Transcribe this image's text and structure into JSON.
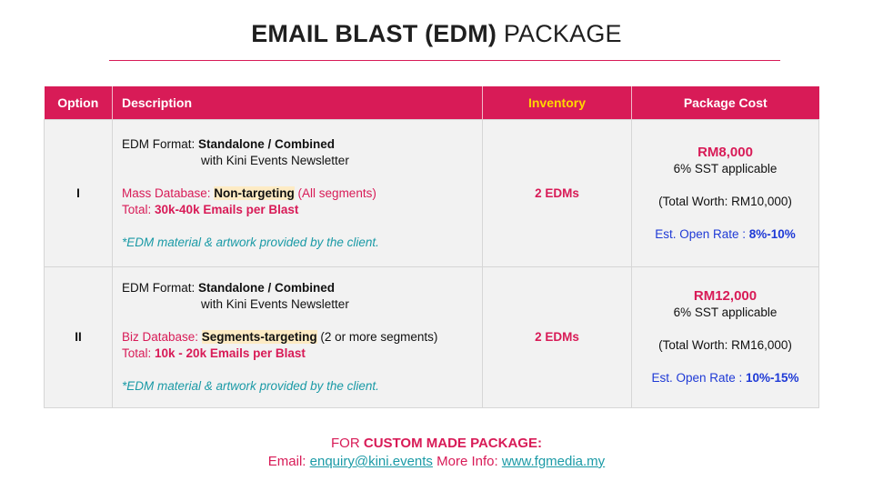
{
  "title": {
    "bold": "EMAIL BLAST (EDM)",
    "light": "PACKAGE"
  },
  "table": {
    "headers": {
      "option": "Option",
      "description": "Description",
      "inventory": "Inventory",
      "cost": "Package Cost"
    },
    "rows": [
      {
        "option": "I",
        "format_label": "EDM Format: ",
        "format_value": "Standalone / Combined",
        "format_line2": "with Kini Events Newsletter",
        "db_label": "Mass Database: ",
        "db_value": "Non-targeting",
        "db_note": " (All segments)",
        "total_label": "Total: ",
        "total_value": "30k-40k Emails per Blast",
        "material": "*EDM material & artwork provided by the client.",
        "inventory": "2 EDMs",
        "price": "RM8,000",
        "sst": "6% SST applicable",
        "worth": "(Total Worth: RM10,000)",
        "open_label": "Est. Open Rate : ",
        "open_value": "8%-10%"
      },
      {
        "option": "II",
        "format_label": "EDM Format: ",
        "format_value": "Standalone / Combined",
        "format_line2": "with Kini Events Newsletter",
        "db_label": "Biz Database: ",
        "db_value": "Segments-targeting",
        "db_note": " (2 or more segments)",
        "total_label": "Total: ",
        "total_value": "10k - 20k Emails per Blast",
        "material": "*EDM material & artwork provided by the client.",
        "inventory": "2 EDMs",
        "price": "RM12,000",
        "sst": "6% SST applicable",
        "worth": "(Total Worth: RM16,000)",
        "open_label": "Est. Open Rate : ",
        "open_value": "10%-15%"
      }
    ]
  },
  "footer": {
    "prefix": "FOR ",
    "custom": "CUSTOM MADE PACKAGE:",
    "email_label": "Email: ",
    "email": "enquiry@kini.events",
    "info_label": " More Info: ",
    "site": "www.fgmedia.my"
  }
}
